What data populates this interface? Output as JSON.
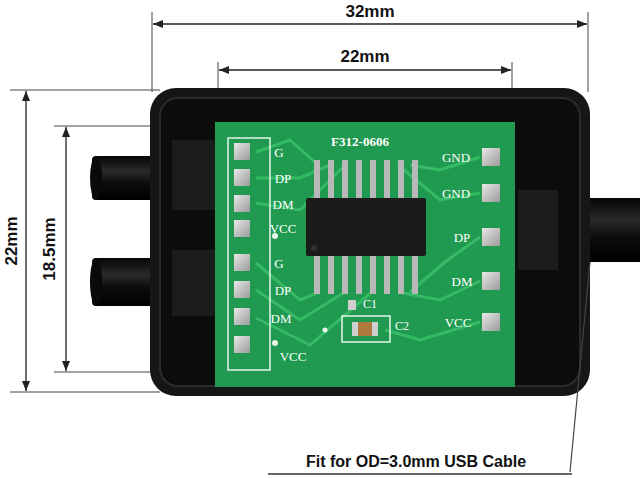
{
  "diagram": {
    "labels": [
      "32mm",
      "22mm",
      "22mm",
      "18.5mm",
      "F312-0606",
      "G",
      "DP",
      "DM",
      "VCC",
      "G",
      "DP",
      "DM",
      "VCC",
      "GND",
      "GND",
      "DP",
      "DM",
      "VCC",
      "C1",
      "C2",
      "Fit for OD=3.0mm USB Cable"
    ]
  }
}
